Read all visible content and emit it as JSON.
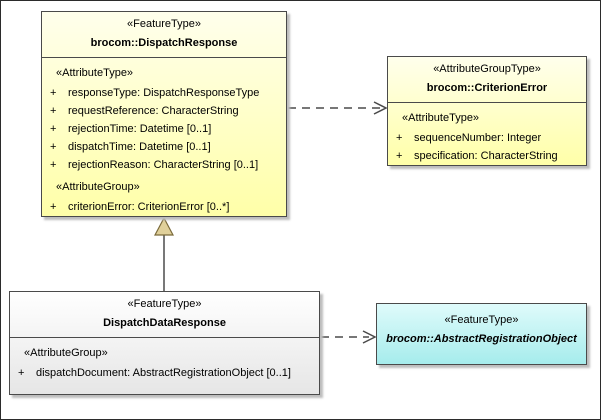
{
  "diagram": {
    "type": "uml-class-diagram",
    "connectors": [
      {
        "from": "brocom::DispatchResponse",
        "to": "brocom::CriterionError",
        "kind": "dependency",
        "line": "dashed",
        "arrow": "open"
      },
      {
        "from": "DispatchDataResponse",
        "to": "brocom::DispatchResponse",
        "kind": "generalization",
        "line": "solid",
        "arrow": "hollow-triangle"
      },
      {
        "from": "DispatchDataResponse",
        "to": "brocom::AbstractRegistrationObject",
        "kind": "dependency",
        "line": "dashed",
        "arrow": "open"
      }
    ]
  },
  "colors": {
    "classYellow": "#FFFFA8",
    "classGray": "#E6E6E6",
    "classCyan": "#A6ECEC",
    "border": "#4A4A4A",
    "generalizationArrowFill": "#E0D09A"
  },
  "classes": {
    "dispatchResponse": {
      "stereotype": "«FeatureType»",
      "name": "brocom::DispatchResponse",
      "attrTypeLabel": "«AttributeType»",
      "attrGroupLabel": "«AttributeGroup»",
      "attributes": [
        {
          "vis": "+",
          "text": "responseType: DispatchResponseType"
        },
        {
          "vis": "+",
          "text": "requestReference: CharacterString"
        },
        {
          "vis": "+",
          "text": "rejectionTime: Datetime [0..1]"
        },
        {
          "vis": "+",
          "text": "dispatchTime: Datetime [0..1]"
        },
        {
          "vis": "+",
          "text": "rejectionReason: CharacterString [0..1]"
        }
      ],
      "groupAttributes": [
        {
          "vis": "+",
          "text": "criterionError: CriterionError [0..*]"
        }
      ]
    },
    "criterionError": {
      "stereotype": "«AttributeGroupType»",
      "name": "brocom::CriterionError",
      "attrTypeLabel": "«AttributeType»",
      "attributes": [
        {
          "vis": "+",
          "text": "sequenceNumber: Integer"
        },
        {
          "vis": "+",
          "text": "specification: CharacterString"
        }
      ]
    },
    "dispatchDataResponse": {
      "stereotype": "«FeatureType»",
      "name": "DispatchDataResponse",
      "attrGroupLabel": "«AttributeGroup»",
      "groupAttributes": [
        {
          "vis": "+",
          "text": "dispatchDocument: AbstractRegistrationObject [0..1]"
        }
      ]
    },
    "abstractRegistrationObject": {
      "stereotype": "«FeatureType»",
      "name": "brocom::AbstractRegistrationObject"
    }
  }
}
